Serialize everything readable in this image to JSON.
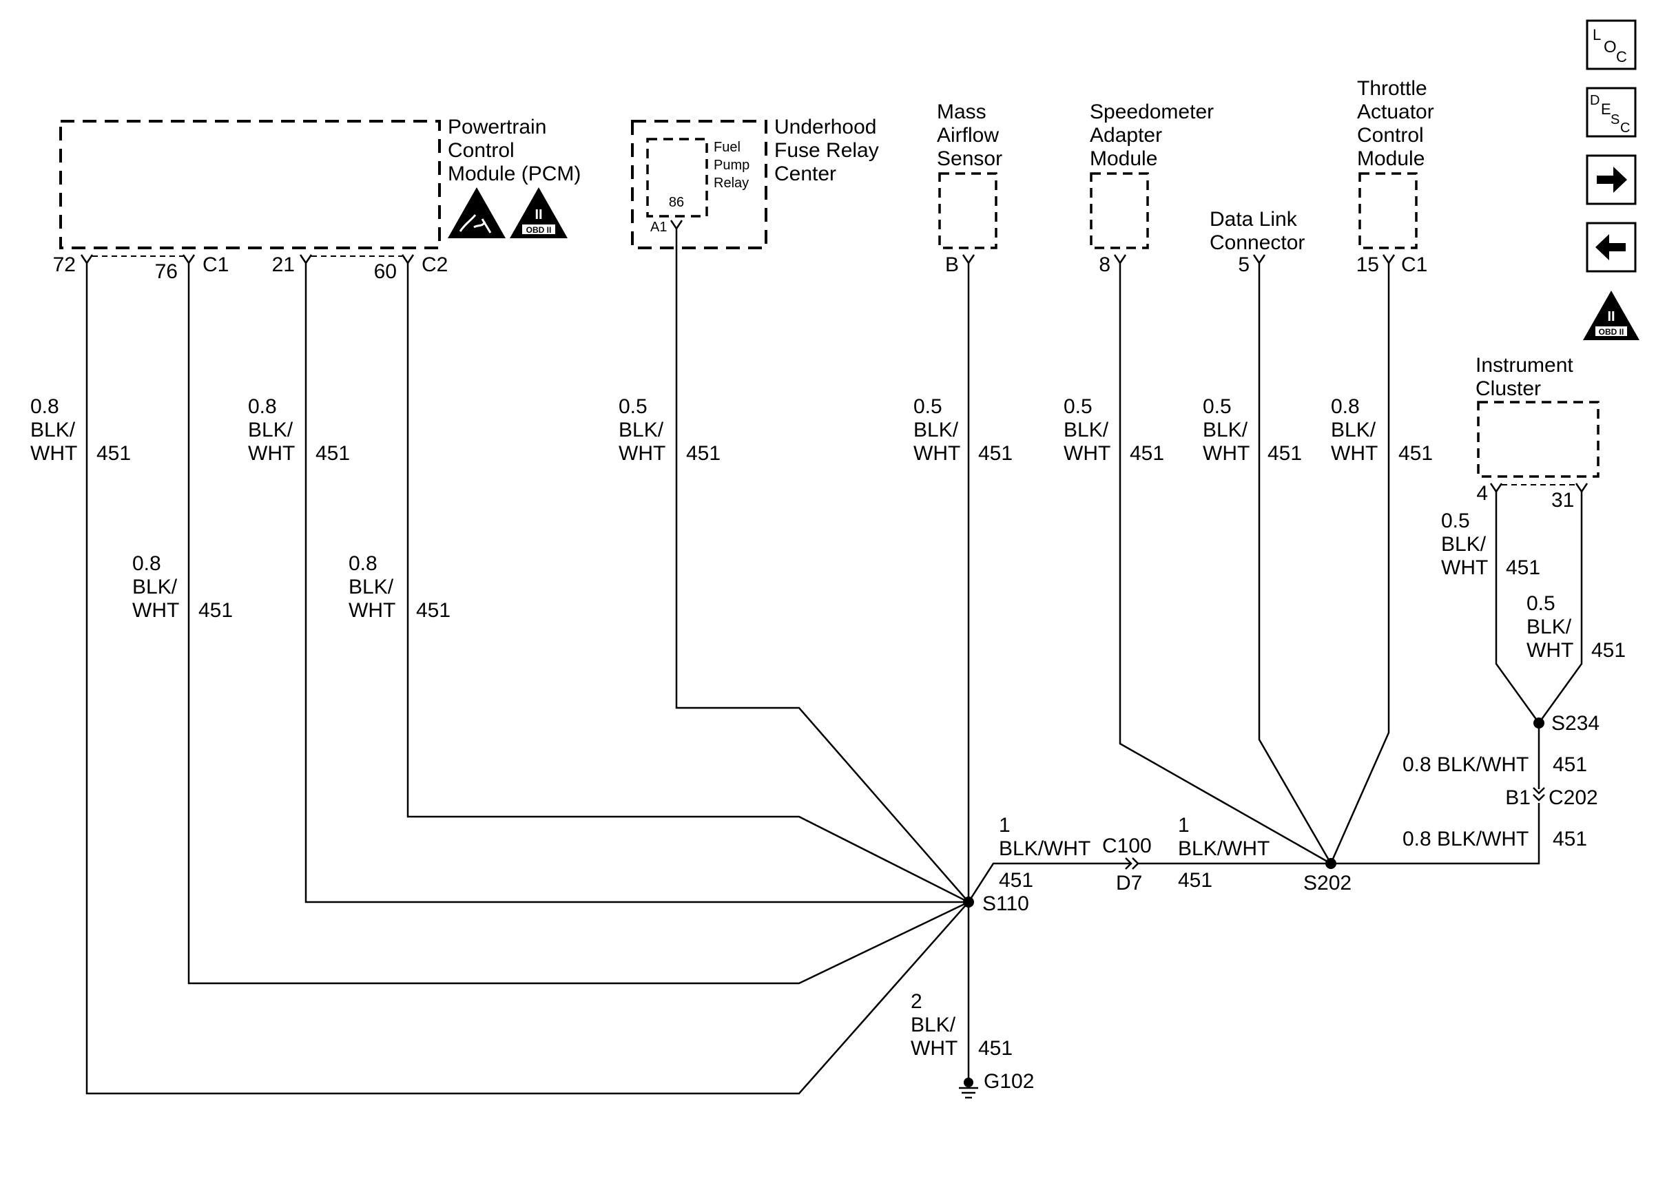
{
  "components": {
    "pcm": {
      "lines": [
        "Powertrain",
        "Control",
        "Module (PCM)"
      ]
    },
    "fuse_center": {
      "lines": [
        "Underhood",
        "Fuse Relay",
        "Center"
      ]
    },
    "fuel_pump_relay": {
      "lines": [
        "Fuel",
        "Pump",
        "Relay"
      ],
      "pin": "86",
      "cavity": "A1"
    },
    "maf": {
      "lines": [
        "Mass",
        "Airflow",
        "Sensor"
      ]
    },
    "speedo": {
      "lines": [
        "Speedometer",
        "Adapter",
        "Module"
      ]
    },
    "dlc": {
      "lines": [
        "Data Link",
        "Connector"
      ]
    },
    "tacm": {
      "lines": [
        "Throttle",
        "Actuator",
        "Control",
        "Module"
      ]
    },
    "cluster": {
      "lines": [
        "Instrument",
        "Cluster"
      ]
    }
  },
  "pins": {
    "pcm_72": "72",
    "pcm_76": "76",
    "pcm_c1": "C1",
    "pcm_21": "21",
    "pcm_60": "60",
    "pcm_c2": "C2",
    "maf_b": "B",
    "speedo_8": "8",
    "dlc_5": "5",
    "tacm_15": "15",
    "tacm_c1": "C1",
    "cluster_4": "4",
    "cluster_31": "31"
  },
  "wires": {
    "w72": {
      "gauge": "0.8",
      "color1": "BLK/",
      "color2": "WHT",
      "circuit": "451"
    },
    "w76": {
      "gauge": "0.8",
      "color1": "BLK/",
      "color2": "WHT",
      "circuit": "451"
    },
    "w21": {
      "gauge": "0.8",
      "color1": "BLK/",
      "color2": "WHT",
      "circuit": "451"
    },
    "w60": {
      "gauge": "0.8",
      "color1": "BLK/",
      "color2": "WHT",
      "circuit": "451"
    },
    "wrelay": {
      "gauge": "0.5",
      "color1": "BLK/",
      "color2": "WHT",
      "circuit": "451"
    },
    "wmaf": {
      "gauge": "0.5",
      "color1": "BLK/",
      "color2": "WHT",
      "circuit": "451"
    },
    "wspeedo": {
      "gauge": "0.5",
      "color1": "BLK/",
      "color2": "WHT",
      "circuit": "451"
    },
    "wdlc": {
      "gauge": "0.5",
      "color1": "BLK/",
      "color2": "WHT",
      "circuit": "451"
    },
    "wtacm": {
      "gauge": "0.8",
      "color1": "BLK/",
      "color2": "WHT",
      "circuit": "451"
    },
    "wcl4": {
      "gauge": "0.5",
      "color1": "BLK/",
      "color2": "WHT",
      "circuit": "451"
    },
    "wcl31": {
      "gauge": "0.5",
      "color1": "BLK/",
      "color2": "WHT",
      "circuit": "451"
    },
    "wg102": {
      "gauge": "2",
      "color1": "BLK/",
      "color2": "WHT",
      "circuit": "451"
    },
    "ws110_c100": {
      "gauge": "1",
      "color": "BLK/WHT",
      "circuit": "451"
    },
    "wc100_s202": {
      "gauge": "1",
      "color": "BLK/WHT",
      "circuit": "451"
    },
    "ws234_c202": {
      "label": "0.8 BLK/WHT",
      "circuit": "451"
    },
    "wc202_s202": {
      "label": "0.8 BLK/WHT",
      "circuit": "451"
    }
  },
  "splices": {
    "s110": "S110",
    "s202": "S202",
    "s234": "S234"
  },
  "connectors": {
    "c100": "C100",
    "c100_pin": "D7",
    "c202": "C202",
    "c202_pin": "B1"
  },
  "ground": {
    "label": "G102"
  },
  "icons": {
    "obd": "OBD II",
    "obd_numeral": "II"
  },
  "nav": {
    "loc": {
      "a": "L",
      "b": "O",
      "c": "C"
    },
    "desc": {
      "a": "D",
      "b": "E",
      "c": "S",
      "d": "C"
    }
  }
}
